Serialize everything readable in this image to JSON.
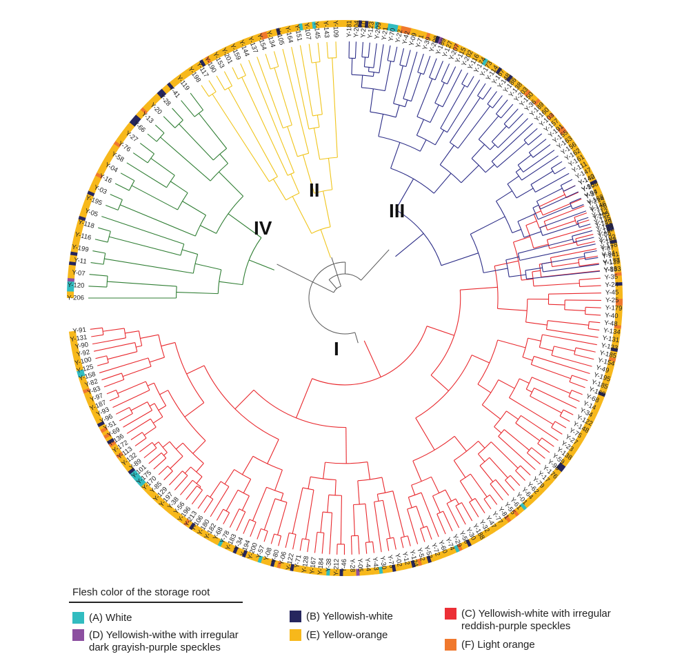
{
  "clusters": [
    {
      "name": "I",
      "color": "#e8262b",
      "leaves": [
        "Y-140",
        "Y-108",
        "Y-37",
        "Y-214",
        "Y-126",
        "Y-205",
        "Y-149",
        "Y-192",
        "Y-102",
        "Y-178",
        "Y-84",
        "Y-177",
        "Y-86",
        "Y-35",
        "Y-24",
        "Y-45",
        "Y-25",
        "Y-179",
        "Y-40",
        "Y-48",
        "Y-134",
        "Y-131",
        "Y-133",
        "Y-185",
        "Y-154",
        "Y-49",
        "Y-195",
        "Y-185",
        "Y-169",
        "Y-68",
        "Y-14",
        "Y-34",
        "Y-122",
        "Y-148",
        "Y-75",
        "Y-27",
        "Y-23",
        "Y-138",
        "Y-59",
        "Y-98",
        "Y-176",
        "Y-17",
        "Y-79",
        "Y-62",
        "Y-64",
        "Y-01",
        "Y-61",
        "Y-55",
        "Y-81",
        "Y-77",
        "Y-47",
        "Y-32",
        "Y-188",
        "Y-30",
        "Y-50",
        "Y-29",
        "Y-74",
        "Y-60",
        "Y-72",
        "Y-53",
        "Y-52",
        "Y-124",
        "Y-12",
        "Y-02",
        "Y-73",
        "Y-30",
        "Y-43",
        "Y-44",
        "Y-05",
        "Y-28",
        "Y-46",
        "Y-212",
        "Y-38",
        "Y-184",
        "Y-167",
        "Y-128",
        "Y-71",
        "Y-122",
        "Y-06",
        "Y-80",
        "Y-08",
        "Y-57",
        "Y-200",
        "Y-194",
        "Y-34",
        "Y-183",
        "Y-78",
        "Y-68",
        "Y-182",
        "Y-180",
        "Y-106",
        "Y-213",
        "Y-196",
        "Y-56",
        "Y-38",
        "Y-197",
        "Y-129",
        "Y-85",
        "Y-170",
        "Y-175",
        "Y-101",
        "Y-89",
        "Y-132",
        "Y-113",
        "Y-172",
        "Y-136",
        "Y-69",
        "Y-51",
        "Y-96",
        "Y-93",
        "Y-187",
        "Y-97",
        "Y-83",
        "Y-82",
        "Y-158",
        "Y-125",
        "Y-100",
        "Y-92",
        "Y-90",
        "Y-131",
        "Y-91"
      ]
    },
    {
      "name": "IV",
      "color": "#2e7d32",
      "leaves": [
        "Y-206",
        "Y-120",
        "Y-07",
        "Y-11",
        "Y-199",
        "Y-116",
        "Y-118",
        "Y-05",
        "Y-195",
        "Y-03",
        "Y-16",
        "Y-04",
        "Y-58",
        "Y-76",
        "Y-27",
        "Y-66",
        "Y-13",
        "Y-20",
        "Y-28",
        "Y-41",
        "Y-119"
      ]
    },
    {
      "name": "II",
      "color": "#f0c419",
      "leaves": [
        "Y-198",
        "Y-117",
        "Y-190",
        "Y-153",
        "Y-201",
        "Y-159",
        "Y-144",
        "Y-137",
        "Y-154",
        "Y-134",
        "Y-105",
        "Y-164",
        "Y-151",
        "Y-107",
        "Y-145",
        "Y-143",
        "Y-109"
      ]
    },
    {
      "name": "III",
      "color": "#2a2b86",
      "leaves": [
        "Y-181",
        "Y-204",
        "Y-210",
        "Y-123",
        "Y-209",
        "Y-21",
        "Y-70",
        "Y-22",
        "Y-42",
        "Y-09",
        "Y-71",
        "Y-39",
        "Y-208",
        "Y-189",
        "Y-127",
        "Y-207",
        "Y-115",
        "Y-202",
        "Y-116",
        "Y-174",
        "Y-173",
        "Y-114",
        "Y-167",
        "Y-148",
        "Y-186",
        "Y-138",
        "Y-203",
        "Y-150",
        "Y-36",
        "Y-189",
        "Y-160",
        "Y-103",
        "Y-157",
        "Y-191",
        "Y-155",
        "Y-163",
        "Y-156",
        "Y-162",
        "Y-161",
        "Y-111",
        "Y-147",
        "Y-142",
        "Y-95",
        "Y-94",
        "Y-168",
        "Y-146",
        "Y-112",
        "Y-135",
        "Y-104",
        "Y-88",
        "Y-152",
        "Y-87",
        "Y-141",
        "Y-139",
        "Y-133"
      ]
    }
  ],
  "ring_codes": "EEEEEBEEEEEEEFEEBEEEEEFEBEEEAEFEEBEEEEFFEEEEEEFEEEEEEBEEFEEEEEEEEEEBEEEEEEEEEEEEEEEEEEEEEEEEBBEEEEEEEEEEEEEEEAEEFEEFEEEEEEEEEEEEEBEEFAEEEEEEEEBEEFEBEEEEEBEEEAEEEEEEDEEEEBEEEAEEEEEEEEEEBEEEFEBEEEAEEEEBEEBEEEEAEEEEEEEEEBEFEEEEEEEEEEEEEEEEEAAAAABEEEEEFEEEFBEFEFEBEEEEEEEEEEFEEEEAAEEEEEEEEEEEEEEAAADEEEEBEEBEEEEEEEEEEBEEEEEEEBEEEEEFEEEEEEEEEEFEEEEEEEBBBEEFEEEEEEBBEEBEEEEEEEEEEEBEFEEEEEEEEEEEEEEEEEFFEEEBEEEEEEAEEEAEEEEEEEEEEEEEBEBEEAEEEAAAEFFFEEEEEFEEBDEEEEFEEEEEEEEEAEEEEBEEEBEEEEEEFEEEFEEEEEFEEEEFFEEEEEEEEEEEEEEEEEBEEEEEEEEEEEEEBBEEEBEEEEEEEE",
  "legend": {
    "title": "Flesh color of the storage root",
    "items": [
      {
        "code": "A",
        "label": "(A) White",
        "color": "#31bcc0"
      },
      {
        "code": "B",
        "label": "(B) Yellowish-white",
        "color": "#26265e"
      },
      {
        "code": "C",
        "label": "(C) Yellowish-white with irregular\nreddish-purple speckles",
        "color": "#ec2f36"
      },
      {
        "code": "D",
        "label": "(D) Yellowish-withe with  irregular\ndark grayish-purple speckles",
        "color": "#8c4fa0"
      },
      {
        "code": "E",
        "label": "(E) Yellow-orange",
        "color": "#f7b81b"
      },
      {
        "code": "F",
        "label": "(F) Light orange",
        "color": "#f0782d"
      }
    ]
  }
}
